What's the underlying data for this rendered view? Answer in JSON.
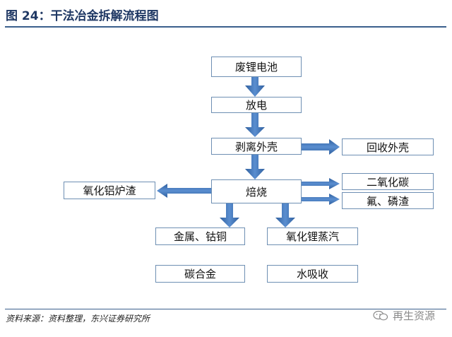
{
  "title": "图 24：干法冶金拆解流程图",
  "nodes": {
    "waste_battery": "废锂电池",
    "discharge": "放电",
    "peel_shell": "剥离外壳",
    "recycle_shell": "回收外壳",
    "roast": "焙烧",
    "co2": "二氧化碳",
    "fluorine_phosphorus": "氟、磷渣",
    "alumina_slag": "氧化铝炉渣",
    "metals": "金属、钴铜",
    "lithium_oxide_vapor": "氧化锂蒸汽",
    "carbon_alloy": "碳合金",
    "absorb_water": "水吸收"
  },
  "source": "资料来源：资料整理，东兴证券研究所",
  "watermark": "再生资源",
  "colors": {
    "title": "#1f3864",
    "arrow": "#3f6fb0",
    "box_border": "#6e8fb3",
    "rule": "#3a5f8c"
  }
}
